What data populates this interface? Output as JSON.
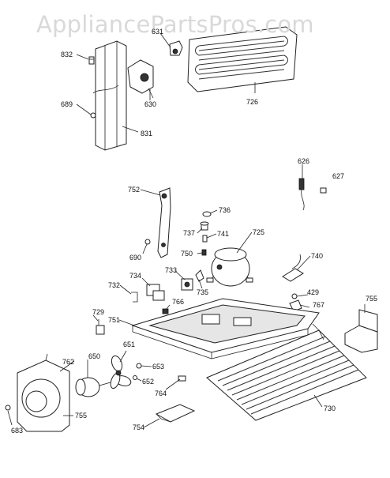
{
  "watermark": "AppliancePartsPros.com",
  "part_labels": {
    "p832": "832",
    "p831": "831",
    "p689": "689",
    "p631": "631",
    "p630": "630",
    "p726": "726",
    "p626": "626",
    "p627": "627",
    "p752": "752",
    "p736": "736",
    "p737": "737",
    "p741": "741",
    "p725": "725",
    "p690": "690",
    "p750": "750",
    "p740": "740",
    "p733": "733",
    "p734": "734",
    "p732": "732",
    "p735": "735",
    "p429": "429",
    "p767": "767",
    "p755a": "755",
    "p729": "729",
    "p766": "766",
    "p751": "751",
    "p651": "651",
    "p762": "762",
    "p650": "650",
    "p653": "653",
    "p652": "652",
    "p764": "764",
    "p755b": "755",
    "p730": "730",
    "p683": "683",
    "p754": "754"
  }
}
